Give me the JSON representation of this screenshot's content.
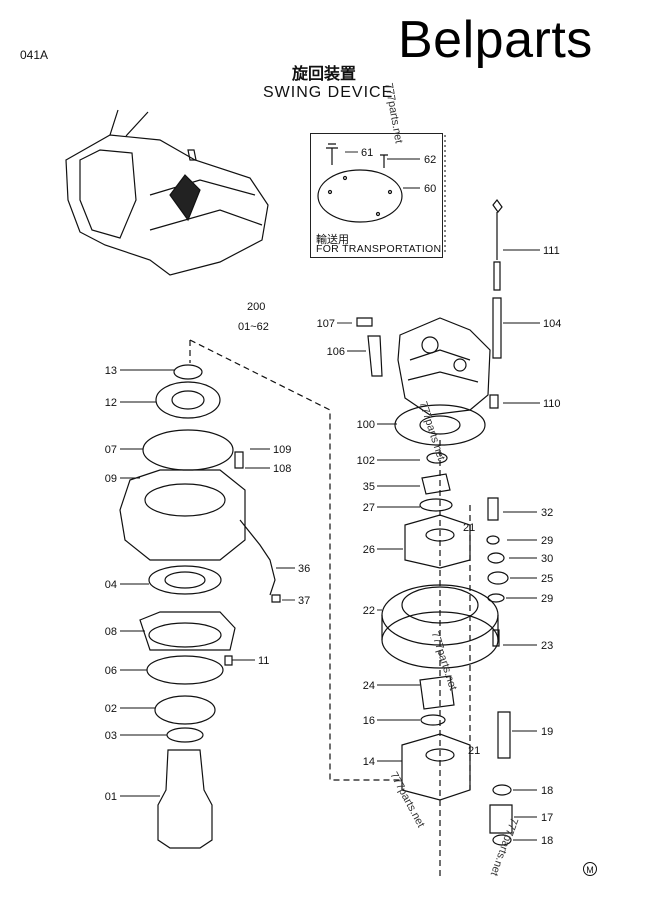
{
  "brand": "Belparts",
  "page_code": "041A",
  "title_cn": "旋回装置",
  "title_en": "SWING DEVICE",
  "transport": {
    "label_cn": "輸送用",
    "label_en": "FOR TRANSPORTATION"
  },
  "assembly": {
    "number": "200",
    "range": "01~62"
  },
  "watermark": "777parts.net",
  "mark": "M",
  "callouts": {
    "p61": "61",
    "p62": "62",
    "p60": "60",
    "p111": "111",
    "p104": "104",
    "p107": "107",
    "p106": "106",
    "p110": "110",
    "p100": "100",
    "p102": "102",
    "p35": "35",
    "p27": "27",
    "p32": "32",
    "p21a": "21",
    "p26": "26",
    "p29a": "29",
    "p30": "30",
    "p25": "25",
    "p29b": "29",
    "p22": "22",
    "p23": "23",
    "p24": "24",
    "p16": "16",
    "p19": "19",
    "p21b": "21",
    "p14": "14",
    "p18a": "18",
    "p17": "17",
    "p18b": "18",
    "p13": "13",
    "p12": "12",
    "p07": "07",
    "p09": "09",
    "p109": "109",
    "p108": "108",
    "p36": "36",
    "p37": "37",
    "p04": "04",
    "p08": "08",
    "p06": "06",
    "p11": "11",
    "p02": "02",
    "p03": "03",
    "p01": "01"
  }
}
